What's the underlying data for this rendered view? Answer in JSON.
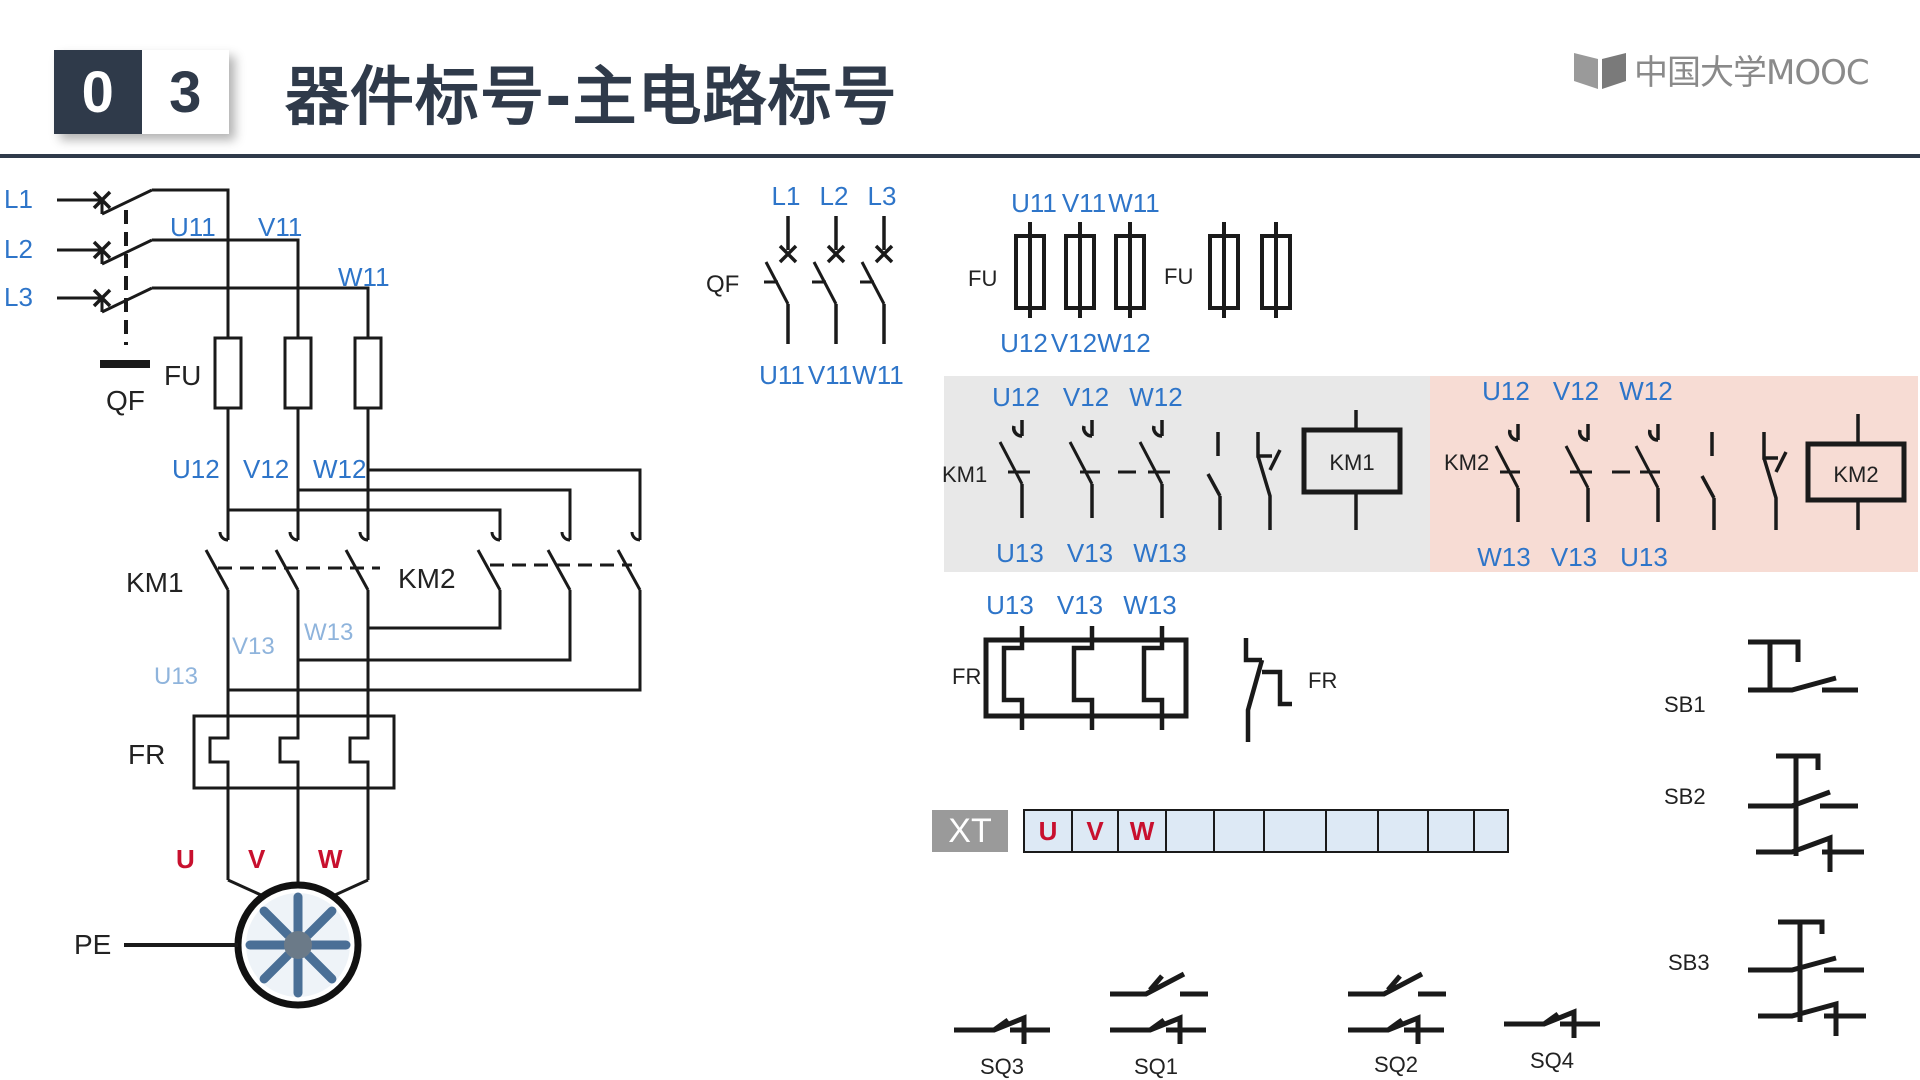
{
  "header": {
    "section_digit_1": "0",
    "section_digit_2": "3",
    "title": "器件标号-主电路标号",
    "logo_text": "中国大学MOOC"
  },
  "colors": {
    "label_blue": "#2e75c9",
    "label_lightblue": "#8fb4dc",
    "label_red": "#c8102e",
    "line": "#1a1a1a",
    "header_dark": "#2f3a4a",
    "panel_grey": "#e8e8e8",
    "panel_pink": "#f7dcd4",
    "terminal_fill": "#dde9f5",
    "xt_grey": "#9a9a9a"
  },
  "main_circuit": {
    "phases": [
      "L1",
      "L2",
      "L3"
    ],
    "breaker_outputs": [
      "U11",
      "V11",
      "W11"
    ],
    "breaker_label": "QF",
    "fuse_label": "FU",
    "fuse_outputs": [
      "U12",
      "V12",
      "W12"
    ],
    "contactor_1": "KM1",
    "contactor_2": "KM2",
    "contactor_outputs": [
      "U13",
      "V13",
      "W13"
    ],
    "overload_label": "FR",
    "motor_terminals": [
      "U",
      "V",
      "W"
    ],
    "ground_label": "PE"
  },
  "components": {
    "qf": {
      "label": "QF",
      "inputs": [
        "L1",
        "L2",
        "L3"
      ],
      "outputs": [
        "U11",
        "V11",
        "W11"
      ]
    },
    "fu": {
      "label_main": "FU",
      "label_ctrl": "FU",
      "top": [
        "U11",
        "V11",
        "W11"
      ],
      "bottom": [
        "U12",
        "V12",
        "W12"
      ]
    },
    "km1": {
      "label": "KM1",
      "coil_label": "KM1",
      "top": [
        "U12",
        "V12",
        "W12"
      ],
      "bottom": [
        "U13",
        "V13",
        "W13"
      ]
    },
    "km2": {
      "label": "KM2",
      "coil_label": "KM2",
      "top": [
        "U12",
        "V12",
        "W12"
      ],
      "bottom": [
        "W13",
        "V13",
        "U13"
      ]
    },
    "fr": {
      "label": "FR",
      "contact_label": "FR",
      "top": [
        "U13",
        "V13",
        "W13"
      ]
    },
    "xt": {
      "label": "XT",
      "cells": [
        "U",
        "V",
        "W",
        "",
        "",
        "",
        "",
        "",
        "",
        ""
      ]
    },
    "buttons": [
      "SB1",
      "SB2",
      "SB3"
    ],
    "limit_switches": [
      "SQ3",
      "SQ1",
      "SQ2",
      "SQ4"
    ]
  }
}
